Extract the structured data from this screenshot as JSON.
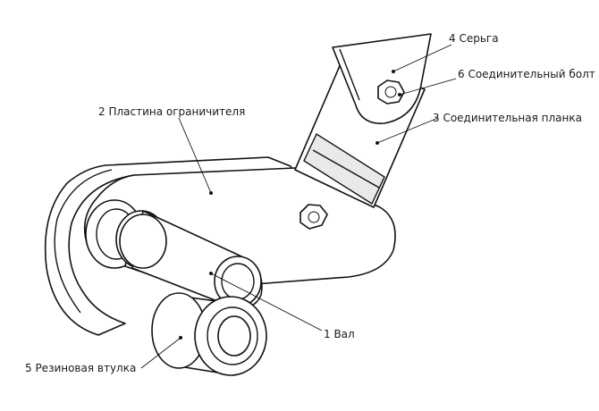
{
  "diagram": {
    "labels": {
      "item1": "1 Вал",
      "item2": "2 Пластина ограничителя",
      "item3": "3 Соединительная планка",
      "item4": "4 Серьга",
      "item5": "5 Резиновая втулка",
      "item6": "6 Соединительный болт"
    },
    "colors": {
      "ink": "#111111",
      "background": "#ffffff"
    }
  }
}
